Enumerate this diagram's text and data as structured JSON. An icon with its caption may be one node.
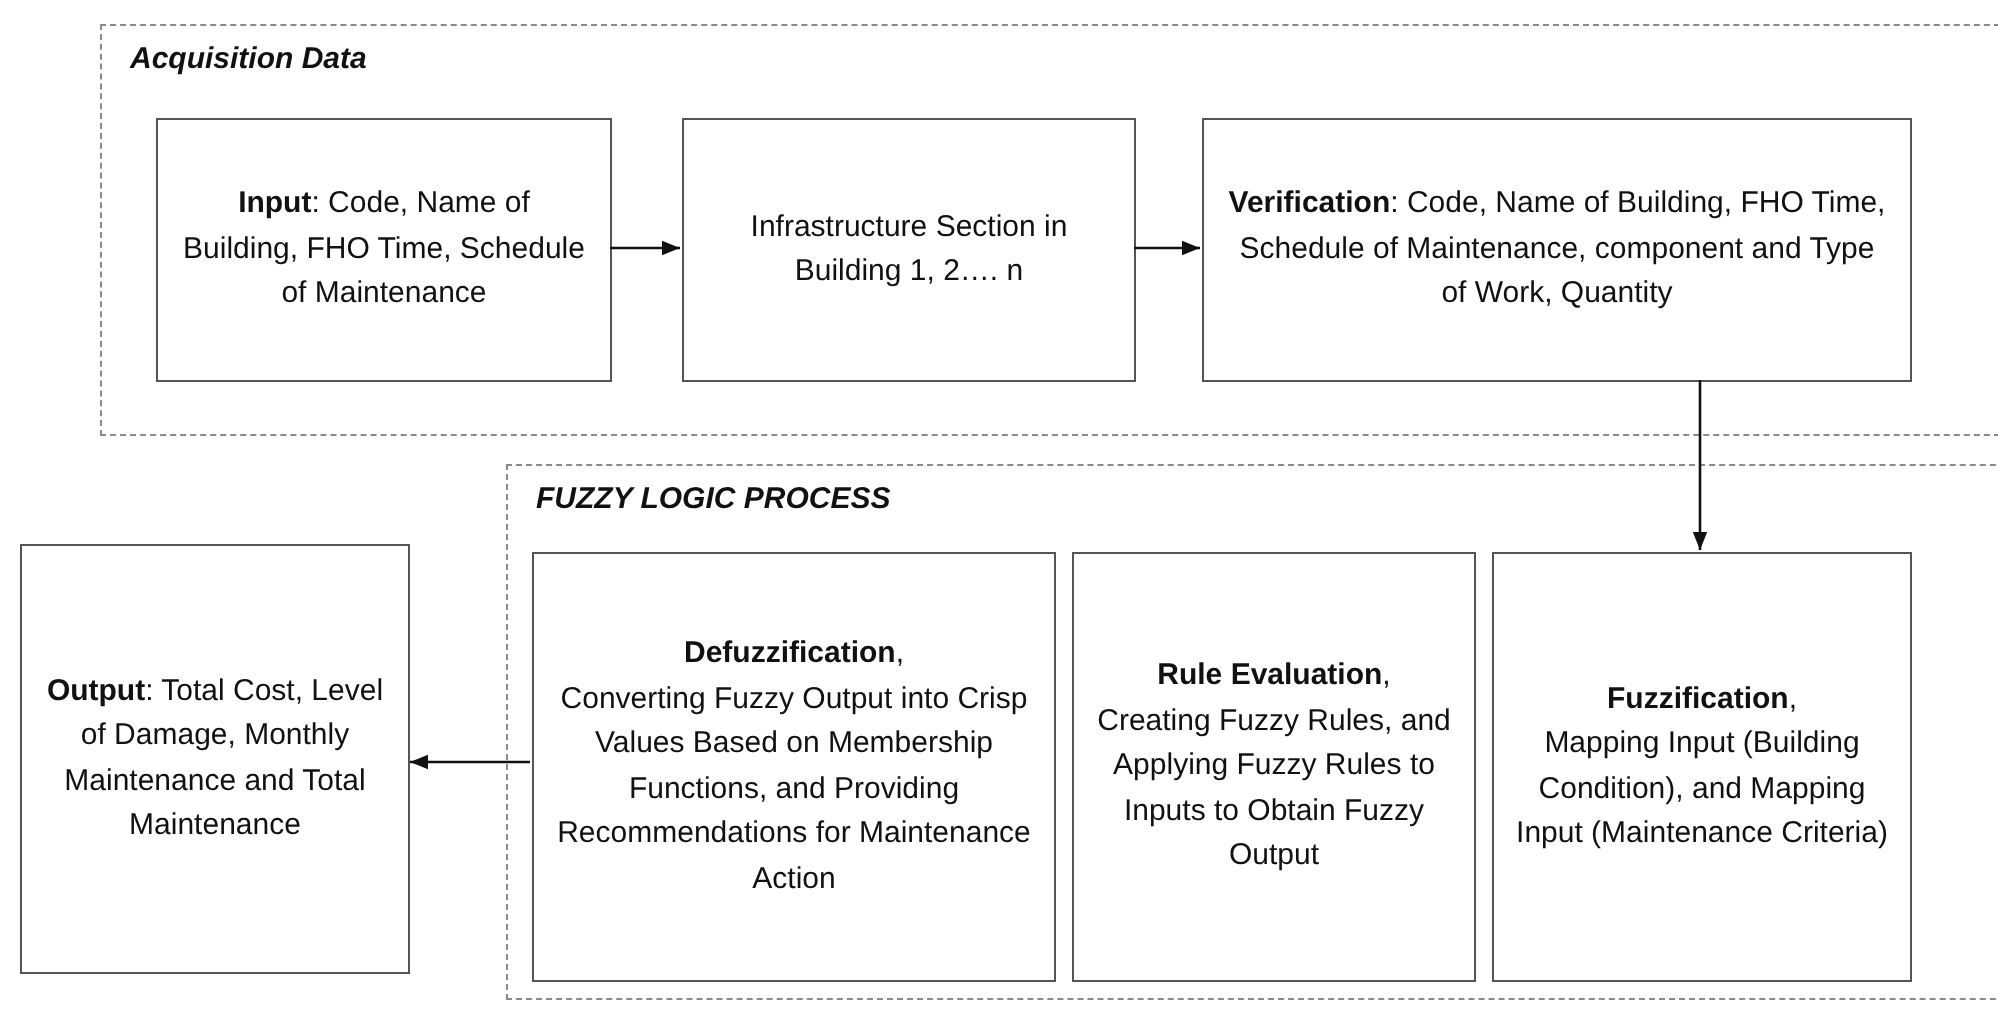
{
  "diagram": {
    "nodes": [
      {
        "text": [
          "Acquisition Data"
        ]
      },
      {
        "text": [
          "**Input**: Code, Name of Building, FHO Time, Schedule of Maintenance"
        ],
        "in": 0
      },
      {
        "text": [
          "Infrastructure Section in Building 1, 2…. n"
        ],
        "in": 0
      },
      {
        "text": [
          "**Verification**: Code, Name of Building, FHO Time, Schedule of Maintenance, component and Type of Work, Quantity"
        ],
        "in": 0
      },
      {
        "text": [
          "FUZZY LOGIC PROCESS"
        ]
      },
      {
        "text": [
          "**Defuzzification**,",
          "Converting Fuzzy Output into Crisp Values Based on Membership Functions, and Providing Recommendations for Maintenance Action"
        ],
        "in": 4
      },
      {
        "text": [
          "**Rule Evaluation**,",
          "Creating Fuzzy Rules, and Applying Fuzzy Rules to Inputs to Obtain Fuzzy Output"
        ],
        "in": 4
      },
      {
        "text": [
          "**Fuzzification**,",
          "Mapping Input (Building Condition), and Mapping Input (Maintenance Criteria)"
        ],
        "in": 4
      },
      {
        "text": [
          "**Output**: Total Cost, Level of Damage, Monthly Maintenance and Total Maintenance"
        ]
      }
    ],
    "edges": [
      {
        "from": 1,
        "to": 2,
        "arrow": "to"
      },
      {
        "from": 2,
        "to": 3,
        "arrow": "to"
      },
      {
        "from": 3,
        "to": 7,
        "arrow": "to"
      },
      {
        "from": 5,
        "to": 8,
        "arrow": "to"
      }
    ]
  }
}
